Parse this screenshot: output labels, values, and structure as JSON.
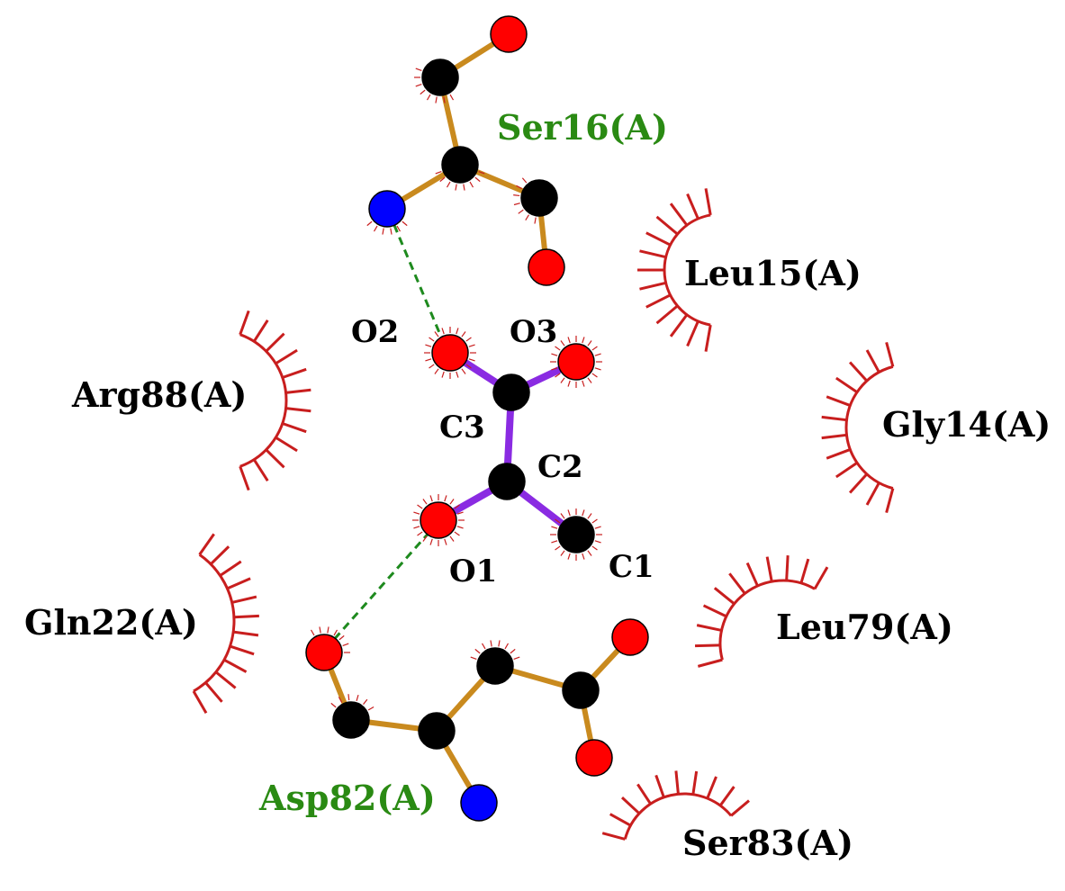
{
  "colors": {
    "oxygen": "#ff0000",
    "carbon": "#000000",
    "nitrogen": "#0000ff",
    "residue_bond": "#c98a1e",
    "ligand_bond": "#8a2be2",
    "hbond": "#1e8a1e",
    "hydrophobic_arc": "#c81e1e",
    "hbond_residue_label": "#2a8a13",
    "label": "#000000"
  },
  "ligand_atoms": {
    "o2": "O2",
    "o3": "O3",
    "c3": "C3",
    "c2": "C2",
    "o1": "O1",
    "c1": "C1"
  },
  "hbond_residues": {
    "ser16": "Ser16(A)",
    "asp82": "Asp82(A)"
  },
  "hydrophobic_residues": {
    "leu15": "Leu15(A)",
    "arg88": "Arg88(A)",
    "gly14": "Gly14(A)",
    "gln22": "Gln22(A)",
    "leu79": "Leu79(A)",
    "ser83": "Ser83(A)"
  }
}
